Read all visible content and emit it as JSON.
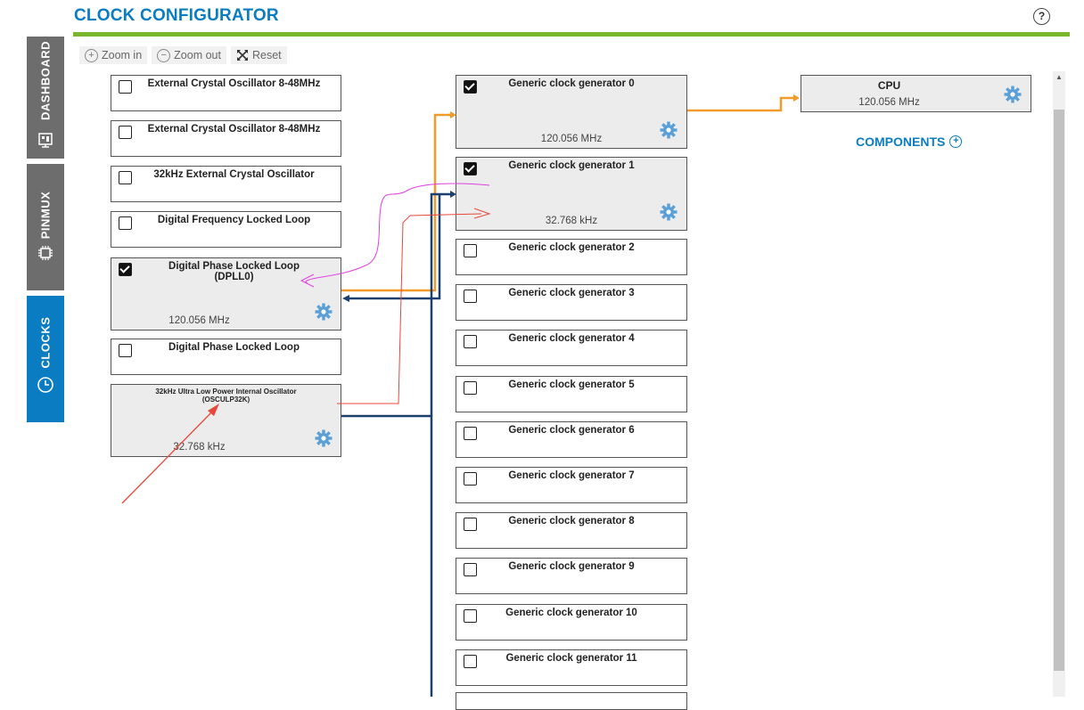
{
  "header": {
    "title": "CLOCK CONFIGURATOR",
    "help_symbol": "?"
  },
  "sidebar": {
    "tabs": [
      {
        "label": "DASHBOARD",
        "icon": "dashboard-icon"
      },
      {
        "label": "PINMUX",
        "icon": "chip-icon"
      },
      {
        "label": "CLOCKS",
        "icon": "clock-icon",
        "active": true
      }
    ]
  },
  "toolbar": {
    "zoom_in": "Zoom in",
    "zoom_out": "Zoom out",
    "reset": "Reset"
  },
  "sources": [
    {
      "label": "External Crystal Oscillator 8-48MHz",
      "checked": false
    },
    {
      "label": "External Crystal Oscillator 8-48MHz",
      "checked": false
    },
    {
      "label": "32kHz External Crystal Oscillator",
      "checked": false
    },
    {
      "label": "Digital Frequency Locked Loop",
      "checked": false
    },
    {
      "label": "Digital Phase Locked Loop\n(DPLL0)",
      "checked": true,
      "freq": "120.056 MHz"
    },
    {
      "label": "Digital Phase Locked Loop",
      "checked": false
    },
    {
      "label": "32kHz Ultra Low Power Internal Oscillator\n(OSCULP32K)",
      "checked": null,
      "freq": "32.768 kHz"
    }
  ],
  "generators": [
    {
      "label": "Generic clock generator 0",
      "checked": true,
      "freq": "120.056 MHz"
    },
    {
      "label": "Generic clock generator 1",
      "checked": true,
      "freq": "32.768 kHz"
    },
    {
      "label": "Generic clock generator 2",
      "checked": false
    },
    {
      "label": "Generic clock generator 3",
      "checked": false
    },
    {
      "label": "Generic clock generator 4",
      "checked": false
    },
    {
      "label": "Generic clock generator 5",
      "checked": false
    },
    {
      "label": "Generic clock generator 6",
      "checked": false
    },
    {
      "label": "Generic clock generator 7",
      "checked": false
    },
    {
      "label": "Generic clock generator 8",
      "checked": false
    },
    {
      "label": "Generic clock generator 9",
      "checked": false
    },
    {
      "label": "Generic clock generator 10",
      "checked": false
    },
    {
      "label": "Generic clock generator 11",
      "checked": false
    }
  ],
  "cpu": {
    "label": "CPU",
    "freq": "120.056 MHz"
  },
  "components": {
    "label": "COMPONENTS",
    "plus": "+"
  },
  "colors": {
    "accent": "#0a7cc1",
    "green_bar": "#7ab62b",
    "orange_link": "#f39a2b",
    "navy_link": "#1b3f6e",
    "annot_red": "#e8473c",
    "annot_magenta": "#e040e0"
  }
}
